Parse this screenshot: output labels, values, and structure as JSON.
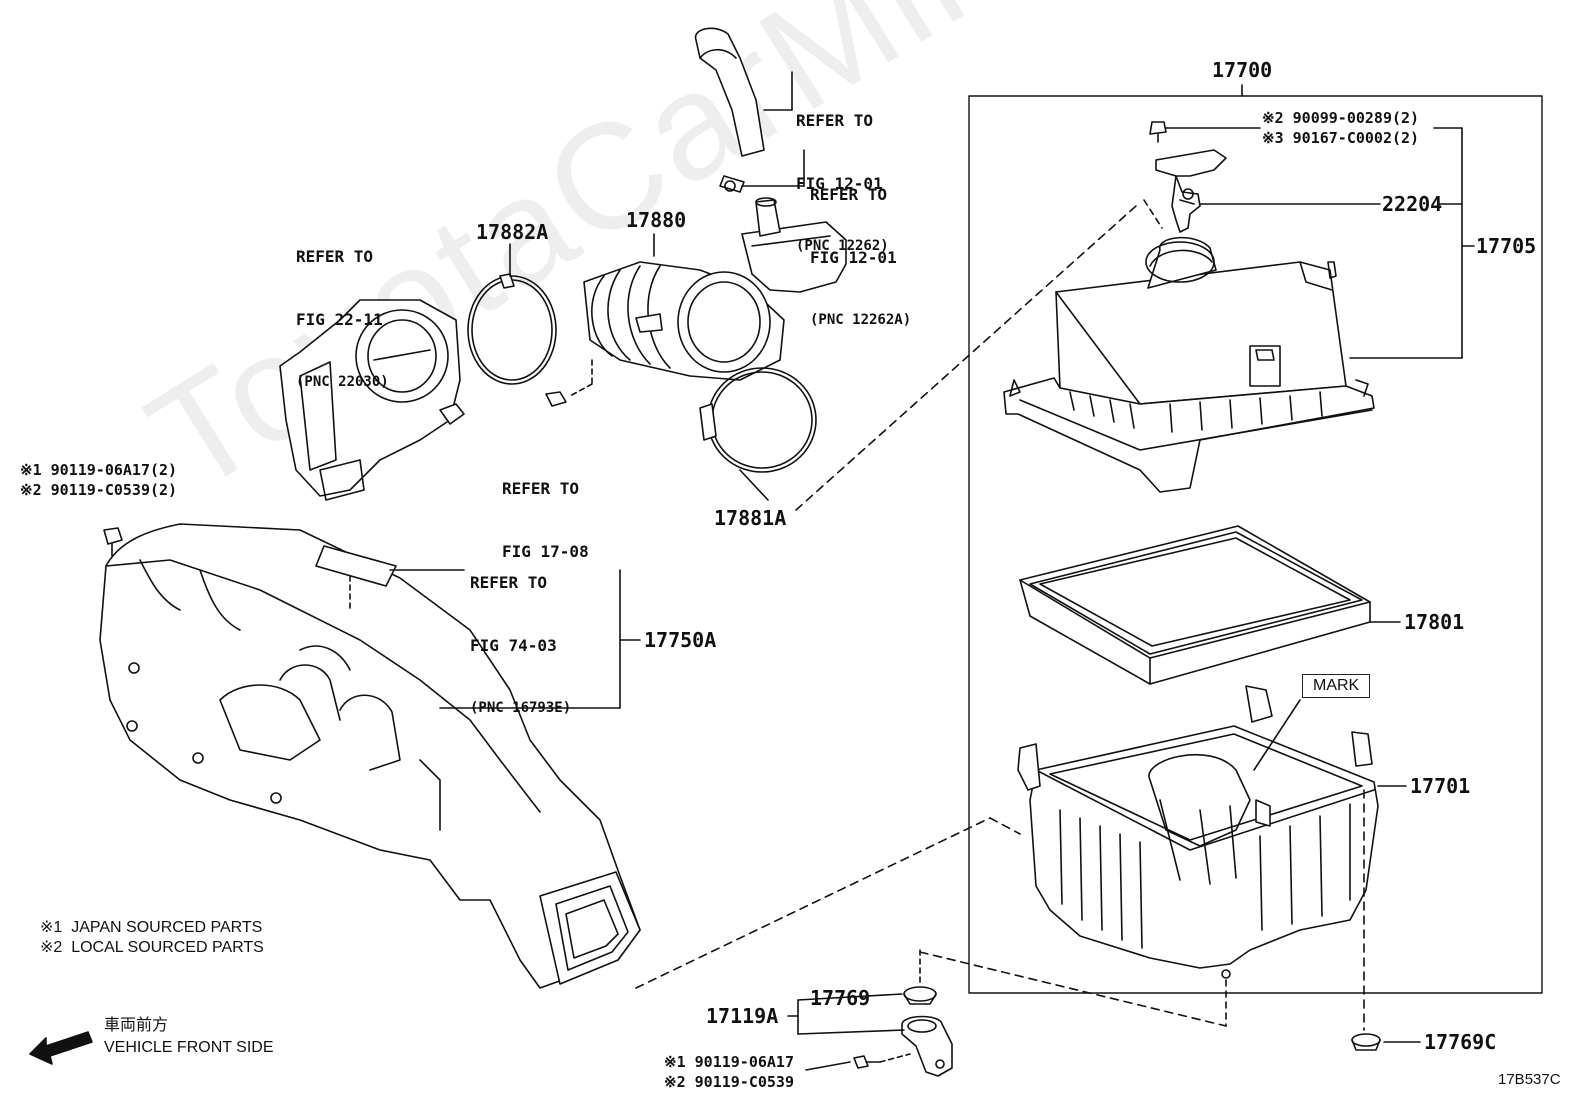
{
  "watermark": "ToyotaCarMine.ru",
  "diagram_id": "17B537C",
  "labels": {
    "assy_main": "17700",
    "cap_assy": "17705",
    "sensor": "22204",
    "element": "17801",
    "case": "17701",
    "grommet_small": "17769C",
    "grommet": "17769",
    "bracket_sub": "17119A",
    "resonator": "17750A",
    "hose": "17880",
    "clamp_a": "17882A",
    "clamp_b": "17881A",
    "mark": "MARK"
  },
  "refs": {
    "ref_22_11": {
      "l1": "REFER TO",
      "l2": "FIG 22-11",
      "l3": "(PNC 22030)"
    },
    "ref_12_01_a": {
      "l1": "REFER TO",
      "l2": "FIG 12-01",
      "l3": "(PNC 12262)"
    },
    "ref_12_01_b": {
      "l1": "REFER TO",
      "l2": "FIG 12-01",
      "l3": "(PNC 12262A)"
    },
    "ref_17_08": {
      "l1": "REFER TO",
      "l2": "FIG 17-08"
    },
    "ref_74_03": {
      "l1": "REFER TO",
      "l2": "FIG 74-03",
      "l3": "(PNC 16793E)"
    }
  },
  "codes": {
    "bolt_top_1": "※2 90099-00289(2)",
    "bolt_top_2": "※3 90167-C0002(2)",
    "bolt_left_1": "※1 90119-06A17(2)",
    "bolt_left_2": "※2 90119-C0539(2)",
    "bolt_bottom_1": "※1 90119-06A17",
    "bolt_bottom_2": "※2 90119-C0539"
  },
  "notes": {
    "n1": "※1  JAPAN SOURCED PARTS",
    "n2": "※2  LOCAL SOURCED PARTS",
    "front_jp": "車両前方",
    "front_en": "VEHICLE FRONT SIDE"
  }
}
